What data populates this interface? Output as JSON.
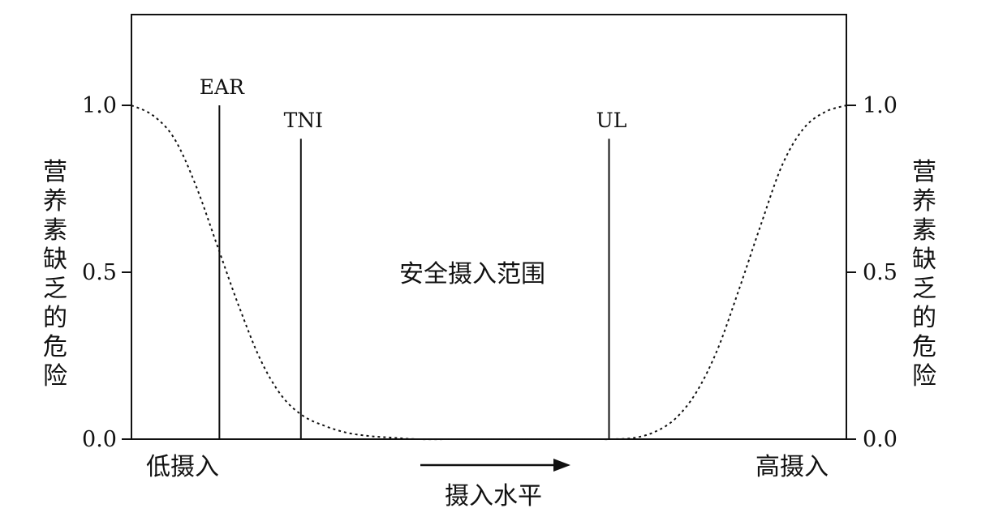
{
  "chart_data": {
    "type": "line",
    "title": "",
    "ylabel_left": "营养素缺乏的危险",
    "ylabel_right": "营养素缺乏的危险",
    "xlabel": "摄入水平",
    "x_start_label": "低摄入",
    "x_end_label": "高摄入",
    "region_label": "安全摄入范围",
    "xlim": [
      0,
      100
    ],
    "ylim": [
      0,
      1.25
    ],
    "yticks": [
      "0.0",
      "0.5",
      "1.0"
    ],
    "ytick_values": [
      0.0,
      0.5,
      1.0
    ],
    "series": [
      {
        "style": "dotted",
        "x": [
          0,
          3,
          6,
          9,
          12,
          15,
          18,
          21,
          24,
          27,
          30,
          33,
          36,
          40,
          45,
          50,
          55,
          60,
          65,
          67,
          70,
          73,
          76,
          79,
          82,
          85,
          88,
          91,
          94,
          97,
          100
        ],
        "y": [
          1.0,
          0.97,
          0.9,
          0.76,
          0.58,
          0.4,
          0.24,
          0.13,
          0.07,
          0.04,
          0.02,
          0.01,
          0.005,
          0.0,
          0.0,
          0.0,
          0.0,
          0.0,
          0.0,
          0.0,
          0.003,
          0.02,
          0.06,
          0.14,
          0.27,
          0.45,
          0.64,
          0.82,
          0.93,
          0.98,
          1.0
        ]
      }
    ],
    "markers": [
      {
        "label": "EAR",
        "x": 12.3,
        "y": 1.0
      },
      {
        "label": "TNI",
        "x": 23.7,
        "y": 0.9
      },
      {
        "label": "UL",
        "x": 66.8,
        "y": 0.9
      }
    ]
  }
}
